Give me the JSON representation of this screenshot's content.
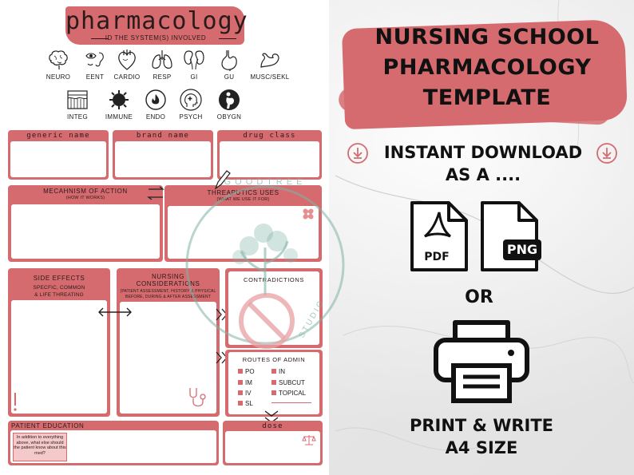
{
  "worksheet": {
    "title": "pharmacology",
    "subtitle": "ID THE SYSTEM(S) INVOLVED",
    "systems_row1": [
      {
        "label": "NEURO",
        "icon": "brain-icon"
      },
      {
        "label": "EENT",
        "icon": "eye-ear-icon"
      },
      {
        "label": "CARDIO",
        "icon": "heart-icon"
      },
      {
        "label": "RESP",
        "icon": "lungs-icon"
      },
      {
        "label": "GI",
        "icon": "kidneys-icon"
      },
      {
        "label": "GU",
        "icon": "stomach-icon"
      },
      {
        "label": "MUSC/SEKL",
        "icon": "muscle-arm-icon"
      }
    ],
    "systems_row2": [
      {
        "label": "INTEG",
        "icon": "skin-layers-icon"
      },
      {
        "label": "IMMUNE",
        "icon": "virus-icon"
      },
      {
        "label": "ENDO",
        "icon": "flame-cycle-icon"
      },
      {
        "label": "PSYCH",
        "icon": "head-cross-icon"
      },
      {
        "label": "OBYGN",
        "icon": "pregnancy-icon"
      }
    ],
    "generic_name": "generic name",
    "brand_name": "brand name",
    "drug_class": "drug class",
    "mechanism": "MECAHNISM OF ACTION",
    "mechanism_sub": "(HOW IT WORKS)",
    "therapeutics": "THREAPUTICS USES",
    "therapeutics_sub": "(WHAT WE USE IT FOR)",
    "side_effects": "SIDE EFFECTS",
    "side_effects_sub1": "SPECFIC, COMMON",
    "side_effects_sub2": "& LIFE THREATING",
    "nursing1": "NURSING",
    "nursing2": "CONSIDERATIONS",
    "nursing_sub1": "(PATIENT ASSESSMENT, HISTORY & PHYSICAL",
    "nursing_sub2": "BEFORE, DURING & AFTER ASSESSMENT",
    "contradictions": "CONTRADICTIONS",
    "routes_title": "ROUTES OF ADMIN",
    "routes_left": [
      "PO",
      "IM",
      "IV",
      "SL"
    ],
    "routes_right": [
      "IN",
      "SUBCUT",
      "TOPICAL"
    ],
    "patient_education": "PATIENT EDUCATION",
    "education_note": "In addition to everything above, what else should the patient know about this med?",
    "dose": "dose"
  },
  "watermark": {
    "top": "G O O D   T R E E",
    "bottom": "S T U D I O"
  },
  "promo": {
    "headline": [
      "NURSING SCHOOL",
      "PHARMACOLOGY",
      "TEMPLATE"
    ],
    "download_line1": "INSTANT DOWNLOAD",
    "download_line2": "AS A ....",
    "pdf_label": "PDF",
    "png_label": "PNG",
    "or": "OR",
    "print_line1": "PRINT & WRITE",
    "print_line2": "A4 SIZE"
  },
  "colors": {
    "accent": "#d56b6f",
    "watermark": "#7fb3a4",
    "text": "#111111"
  }
}
